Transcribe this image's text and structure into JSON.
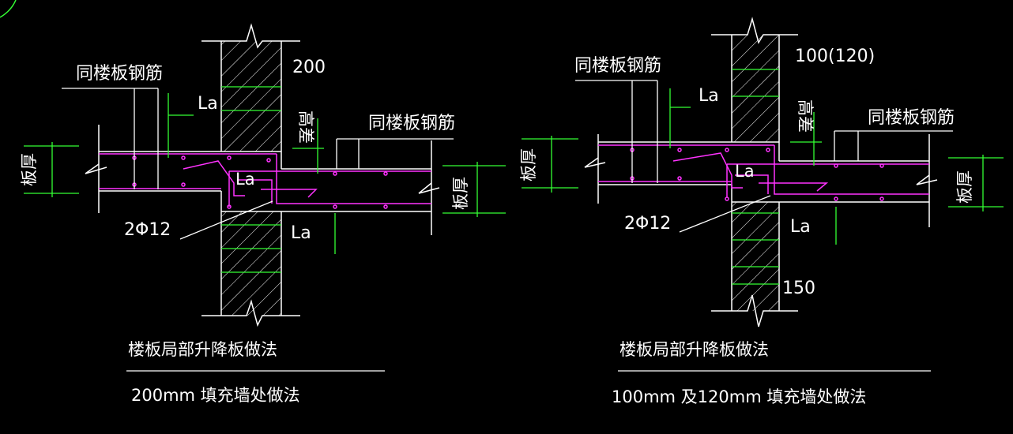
{
  "colors": {
    "background": "#000000",
    "line": "#ffffff",
    "rebar": "#ff33ff",
    "dimension": "#33ff33"
  },
  "left": {
    "wall_thickness": "200",
    "rebar_label_top": "同楼板钢筋",
    "rebar_label_right": "同楼板钢筋",
    "anchor_top": "La",
    "anchor_mid": "La",
    "anchor_bottom": "La",
    "slab_height": "高差",
    "slab_thickness_left": "板厚",
    "slab_thickness_right": "板厚",
    "bar_callout": "2Φ12",
    "caption": "楼板局部升降板做法",
    "subcaption": "200mm 填充墙处做法"
  },
  "right": {
    "wall_thickness_top": "100(120)",
    "wall_thickness_bottom": "150",
    "rebar_label_top": "同楼板钢筋",
    "rebar_label_right": "同楼板钢筋",
    "anchor_top": "La",
    "anchor_mid": "La",
    "anchor_bottom": "La",
    "slab_height": "高差",
    "slab_thickness_left": "板厚",
    "slab_thickness_right": "板厚",
    "bar_callout": "2Φ12",
    "caption": "楼板局部升降板做法",
    "subcaption": "100mm 及120mm 填充墙处做法"
  }
}
